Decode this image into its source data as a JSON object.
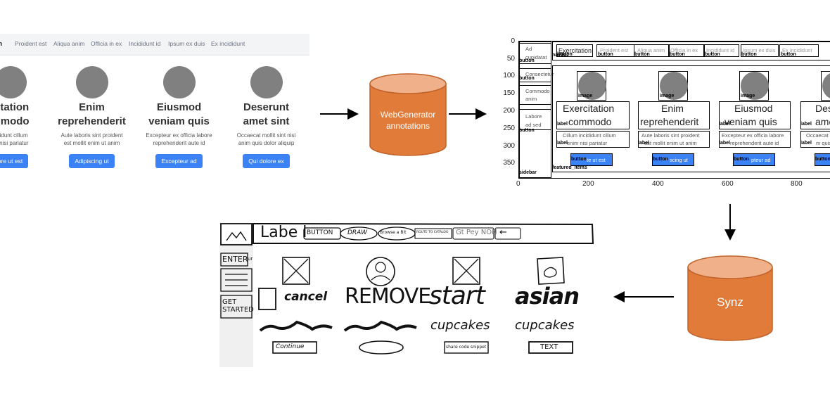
{
  "web_page": {
    "brand": "on",
    "nav_links": [
      "Proident est",
      "Aliqua anim",
      "Officia in ex",
      "Incididunt id",
      "Ipsum ex duis",
      "Ex incididunt"
    ],
    "cards": [
      {
        "title_1": "citation",
        "title_2": "mmodo",
        "body_1": "cididunt cillum",
        "body_2": "im nisi pariatur",
        "button": "ore ut est"
      },
      {
        "title_1": "Enim",
        "title_2": "reprehenderit",
        "body_1": "Aute laboris sint proident",
        "body_2": "est mollit enim ut anim",
        "button": "Adipiscing ut"
      },
      {
        "title_1": "Eiusmod",
        "title_2": "veniam quis",
        "body_1": "Excepteur ex officia labore",
        "body_2": "reprehenderit aute id",
        "button": "Excepteur ad"
      },
      {
        "title_1": "Deserunt",
        "title_2": "amet sint",
        "body_1": "Occaecat mollit sint nisi",
        "body_2": "anim quis dolor aliquip",
        "button": "Qui dolore ex"
      }
    ]
  },
  "db_webgenerator": {
    "line_1": "WebGenerator",
    "line_2": "annotations"
  },
  "db_synz": {
    "label": "Synz"
  },
  "plot": {
    "y_ticks": [
      "0",
      "50",
      "100",
      "150",
      "200",
      "250",
      "300",
      "350"
    ],
    "x_ticks": [
      "0",
      "200",
      "400",
      "600",
      "800"
    ],
    "sidebar_texts": [
      "Ad",
      "cupidatat",
      "Consectetur",
      "Commodo",
      "anim",
      "Labore",
      "ad sed"
    ],
    "nav_texts": [
      "Exercitation",
      "Proident est",
      "Aliqua anim",
      "Officia in ex",
      "Incididunt id",
      "Ipsum ex duis",
      "Ex incididunt"
    ],
    "titles": [
      {
        "t1": "Exercitation",
        "t2": "commodo",
        "b1": "Cillum incididunt cillum",
        "b2": "enim nisi pariatur",
        "btn": "te ut est"
      },
      {
        "t1": "Enim",
        "t2": "reprehenderit",
        "b1": "Aute laboris sint proident",
        "b2": "est mollit enim ut anim",
        "btn": "scing ut"
      },
      {
        "t1": "Eiusmod",
        "t2": "veniam quis",
        "b1": "Excepteur ex officia labore",
        "b2": "reprehenderit aute id",
        "btn": "pteur ad"
      },
      {
        "t1": "Des",
        "t2": "amet",
        "b1": "Occaecat",
        "b2": "m quis",
        "btn": ""
      }
    ],
    "labels": {
      "button": "button",
      "image": "image",
      "label": "label",
      "navbar": "navbar",
      "sidebar": "sidebar",
      "featured_items": "featured_items"
    }
  },
  "sketch": {
    "header_label": "Labe l",
    "header_items": [
      "BUTTON",
      "DRAW",
      "Browse a Bit",
      "ROUTE TO CATALOG",
      "Gt Pey NON",
      "←"
    ],
    "side_items": [
      "ENTER",
      "GET STARTED"
    ],
    "side_suffix": "ur",
    "headlines": [
      "cancel",
      "REMOVE",
      "start",
      "asian"
    ],
    "sub_scribbles": [
      "cupcakes",
      "cupcakes"
    ],
    "buttons": [
      "Continue",
      "share code snippet",
      "TEXT"
    ]
  }
}
